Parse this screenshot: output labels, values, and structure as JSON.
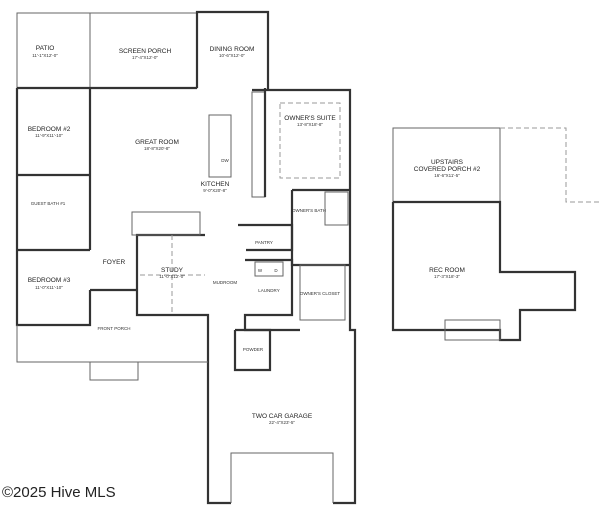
{
  "rooms": {
    "patio": {
      "name": "PATIO",
      "size": "11'-1\"X12'-0\""
    },
    "screen_porch": {
      "name": "SCREEN PORCH",
      "size": "17'-4\"X12'-0\""
    },
    "dining_room": {
      "name": "DINING ROOM",
      "size": "10'-6\"X12'-0\""
    },
    "bedroom2": {
      "name": "BEDROOM #2",
      "size": "11'-9\"X11'-10\""
    },
    "great_room": {
      "name": "GREAT ROOM",
      "size": "18'-8\"X20'-8\""
    },
    "kitchen": {
      "name": "KITCHEN",
      "size": "9'-0\"X20'-8\""
    },
    "owners_suite": {
      "name": "OWNER'S SUITE",
      "size": "13'-8\"X18'-8\""
    },
    "guest_bath": {
      "name": "GUEST BATH #1"
    },
    "owners_bath": {
      "name": "OWNER'S BATH"
    },
    "pantry": {
      "name": "PANTRY"
    },
    "foyer": {
      "name": "FOYER"
    },
    "study": {
      "name": "STUDY",
      "size": "11'-0\"X12'-0\""
    },
    "mudroom": {
      "name": "MUDROOM"
    },
    "laundry": {
      "name": "LAUNDRY"
    },
    "washer": "W",
    "dryer": "D",
    "dw": "DW",
    "owners_closet": {
      "name": "OWNER'S CLOSET"
    },
    "bedroom3": {
      "name": "BEDROOM #3",
      "size": "11'-0\"X11'-10\""
    },
    "front_porch": {
      "name": "FRONT PORCH"
    },
    "powder": {
      "name": "POWDER"
    },
    "garage": {
      "name": "TWO CAR GARAGE",
      "size": "22'-4\"X23'-5\""
    },
    "upstairs_porch": {
      "name1": "UPSTAIRS",
      "name2": "COVERED PORCH #2",
      "size": "16'-6\"X11'-5\""
    },
    "rec_room": {
      "name": "REC ROOM",
      "size": "17'-3\"X18'-3\""
    }
  },
  "watermark": "©2025 Hive MLS"
}
